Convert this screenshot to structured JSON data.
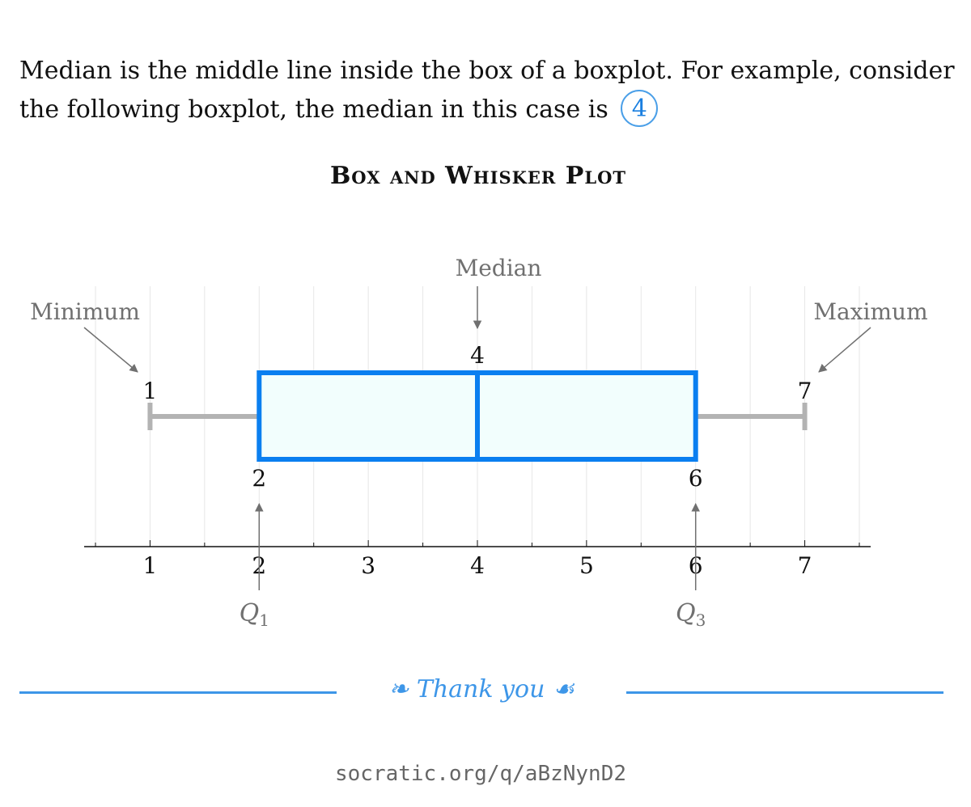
{
  "intro": {
    "text": "Median is the middle line inside the box of a boxplot. For example, consider the following boxplot, the median in this case is",
    "answer": "4"
  },
  "chart_data": {
    "type": "box",
    "title": "Box and Whisker Plot",
    "minimum": 1,
    "q1": 2,
    "median": 4,
    "q3": 6,
    "maximum": 7,
    "xlim": [
      0.5,
      7.5
    ],
    "ticks": [
      1,
      2,
      3,
      4,
      5,
      6,
      7
    ],
    "grid": true,
    "annotations": {
      "minimum": "Minimum",
      "maximum": "Maximum",
      "median": "Median",
      "q1": "Q",
      "q1_sub": "1",
      "q3": "Q",
      "q3_sub": "3"
    },
    "colors": {
      "box_stroke": "#0a7ff0",
      "box_fill": "#f2fefd",
      "whisker": "#b3b3b3",
      "annotation": "#707070",
      "grid": "#e6e6e6"
    }
  },
  "footer": {
    "thanks_left_ornament": "❧",
    "thanks": "Thank you",
    "thanks_right_ornament": "☙",
    "source": "socratic.org/q/aBzNynD2"
  }
}
